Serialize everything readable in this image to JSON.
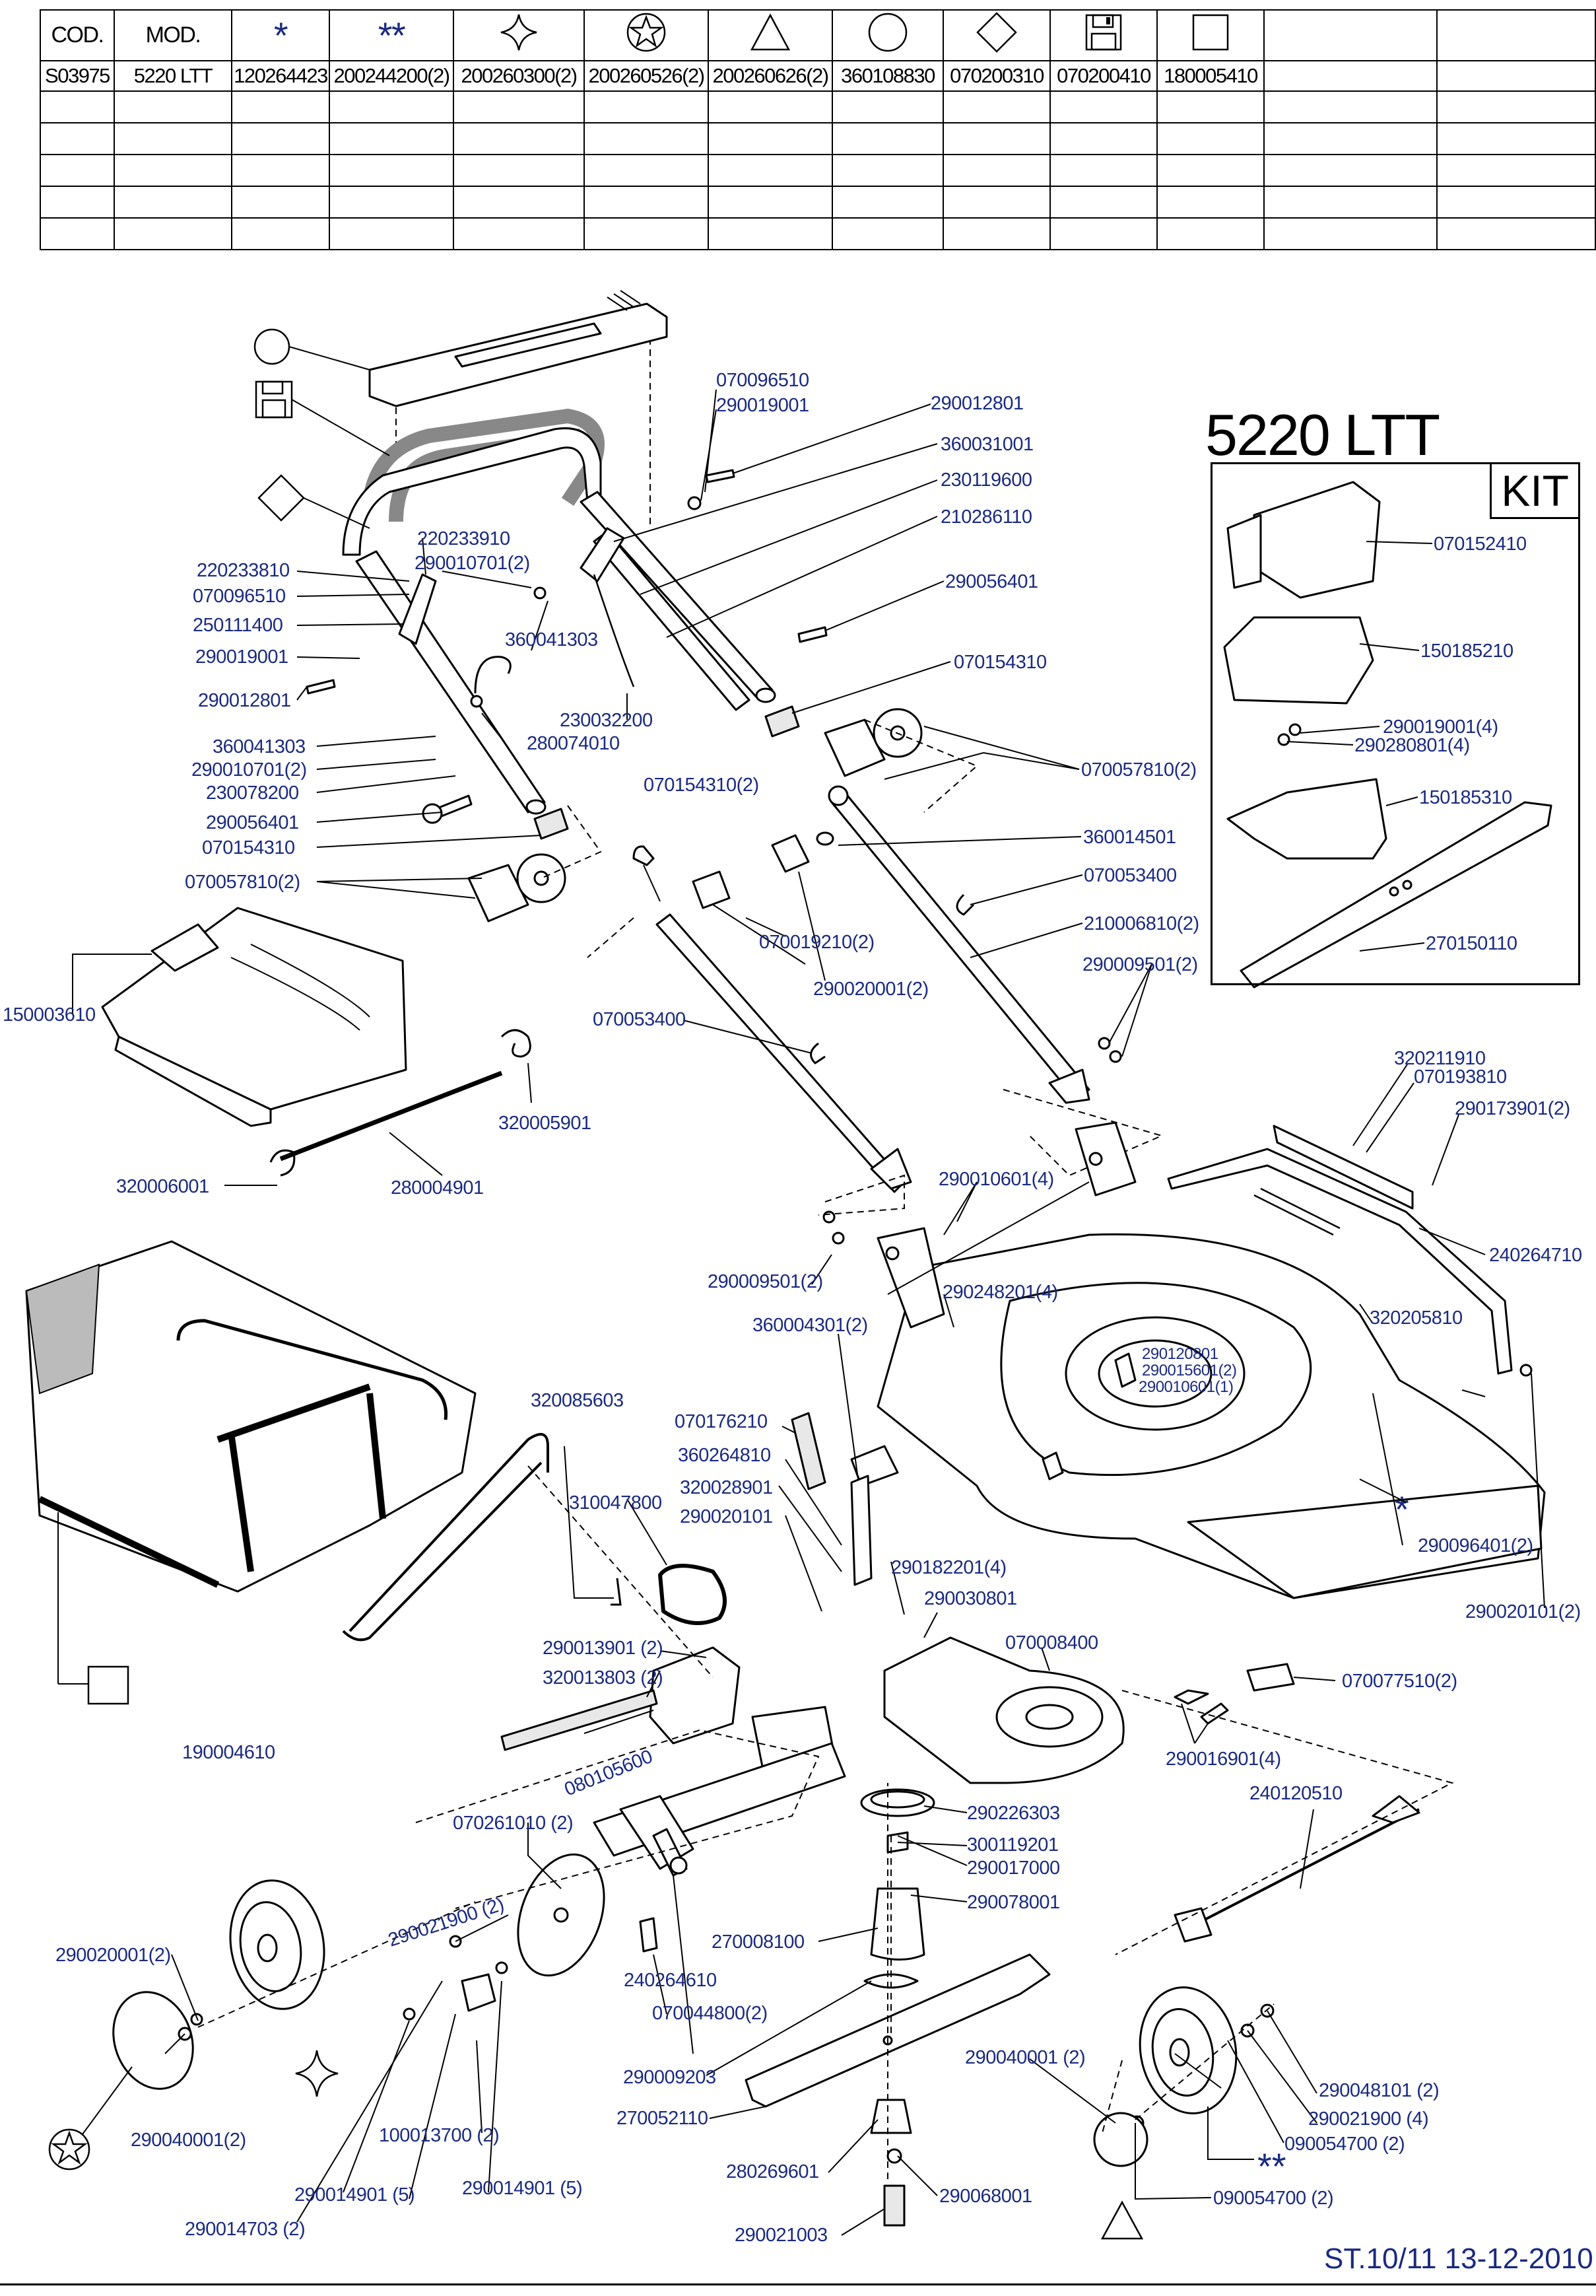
{
  "header": {
    "columns": [
      "COD.",
      "MOD.",
      "*",
      "**",
      "four-point-star-symbol",
      "star-in-circle-symbol",
      "triangle-symbol",
      "circle-symbol",
      "diamond-symbol",
      "floppy-disk-symbol",
      "square-symbol",
      "",
      ""
    ],
    "row": [
      "S03975",
      "5220 LTT",
      "120264423",
      "200244200(2)",
      "200260300(2)",
      "200260526(2)",
      "200260626(2)",
      "360108830",
      "070200310",
      "070200410",
      "180005410",
      "",
      ""
    ]
  },
  "model_title": "5220 LTT",
  "kit_label": "KIT",
  "footer_ref": "ST.10/11  13-12-2010",
  "labels": {
    "handle_top": [
      "070096510",
      "290019001",
      "290012801",
      "360031001",
      "230119600",
      "210286110",
      "290056401",
      "070154310",
      "070057810(2)",
      "360014501",
      "070053400",
      "210006810(2)",
      "290009501(2)"
    ],
    "handle_left": [
      "220233910",
      "290010701(2)",
      "220233810",
      "070096510",
      "250111400",
      "290019001",
      "290012801",
      "360041303",
      "360041303",
      "290010701(2)",
      "230078200",
      "290056401",
      "070154310",
      "070057810(2)",
      "230032200",
      "280074010"
    ],
    "handle_mid": [
      "070154310(2)",
      "070019210(2)",
      "290020001(2)",
      "070053400"
    ],
    "flap": [
      "150003610",
      "320005901",
      "320006001",
      "280004901"
    ],
    "kit": [
      "070152410",
      "150185210",
      "290019001(4)",
      "290280801(4)",
      "150185310",
      "270150110"
    ],
    "deck": [
      "320211910",
      "070193810",
      "290173901(2)",
      "240264710",
      "320205810",
      "290010601(4)",
      "290248201(4)",
      "290009501(2)",
      "360004301(2)",
      "290120801",
      "290015601(2)",
      "290010601(1)",
      "290096401(2)",
      "290020101(2)"
    ],
    "drive": [
      "320085603",
      "310047800",
      "070176210",
      "360264810",
      "320028901",
      "290020101",
      "290182201(4)",
      "290030801",
      "070008400",
      "290013901 (2)",
      "320013803 (2)",
      "080105600",
      "070261010 (2)",
      "290021900 (2)",
      "240264610",
      "070044800(2)",
      "290226303",
      "300119201",
      "290017000",
      "290078001",
      "270008100",
      "290009203",
      "270052110",
      "280269601",
      "290068001",
      "290021003",
      "290040001 (2)",
      "090054700 (2)",
      "070077510(2)",
      "290016901(4)",
      "240120510"
    ],
    "bag": [
      "190004610"
    ],
    "wheels": [
      "290020001(2)",
      "290040001(2)",
      "100013700 (2)",
      "290014901 (5)",
      "290014901 (5)",
      "290014703 (2)",
      "290048101 (2)",
      "290021900 (4)",
      "090054700 (2)"
    ]
  }
}
